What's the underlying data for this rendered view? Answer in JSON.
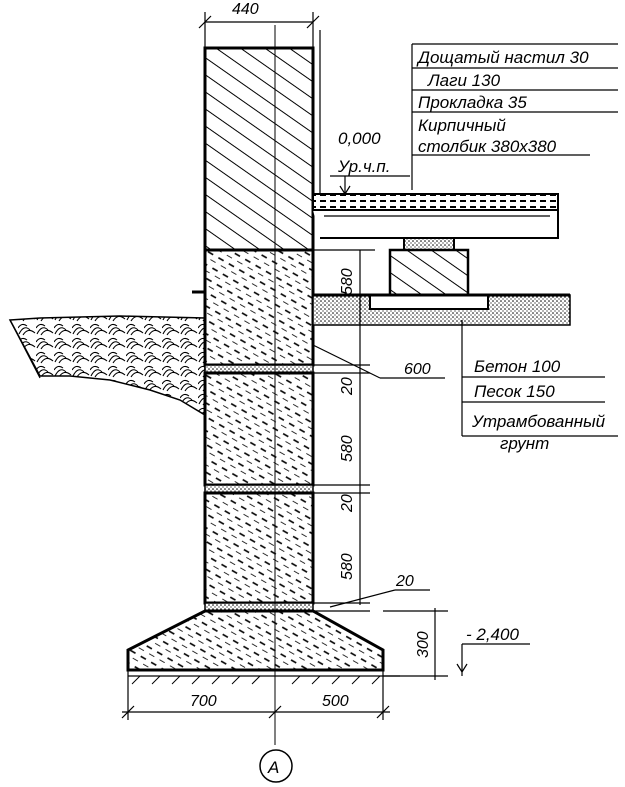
{
  "dimensions": {
    "wall_width": "440",
    "block_height_1": "580",
    "block_height_2": "580",
    "block_height_3": "580",
    "joint_1": "20",
    "joint_2": "20",
    "joint_3": "20",
    "offset_600": "600",
    "footing_height": "300",
    "footing_left": "700",
    "footing_right": "500"
  },
  "levels": {
    "floor_level": "0,000",
    "floor_label": "Ур.ч.п.",
    "bottom_level": "- 2,400"
  },
  "floor_layers": [
    "Дощатый настил 30",
    "Лаги 130",
    "Прокладка 35",
    "Кирпичный",
    "столбик 380х380"
  ],
  "base_layers": [
    "Бетон 100",
    "Песок  150",
    "Утрамбованный",
    "грунт"
  ],
  "axis": "А"
}
